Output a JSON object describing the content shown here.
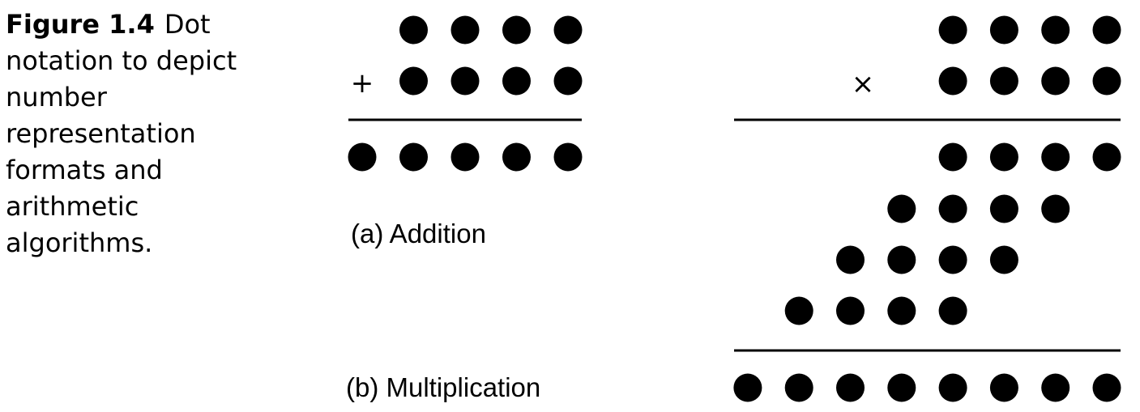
{
  "caption": {
    "figure_number": "Figure 1.4",
    "text": "Dot notation to depict number representation formats and arithmetic algorithms."
  },
  "addition": {
    "label": "(a) Addition",
    "operator": "+",
    "operand_rows": [
      4,
      4
    ],
    "result_dots": 5
  },
  "multiplication": {
    "label": "(b) Multiplication",
    "operator": "×",
    "operand_rows": [
      4,
      4
    ],
    "partial_product_rows": 4,
    "dots_per_partial_product": 4,
    "result_dots": 8
  },
  "colors": {
    "ink": "#000000",
    "background": "#ffffff"
  }
}
